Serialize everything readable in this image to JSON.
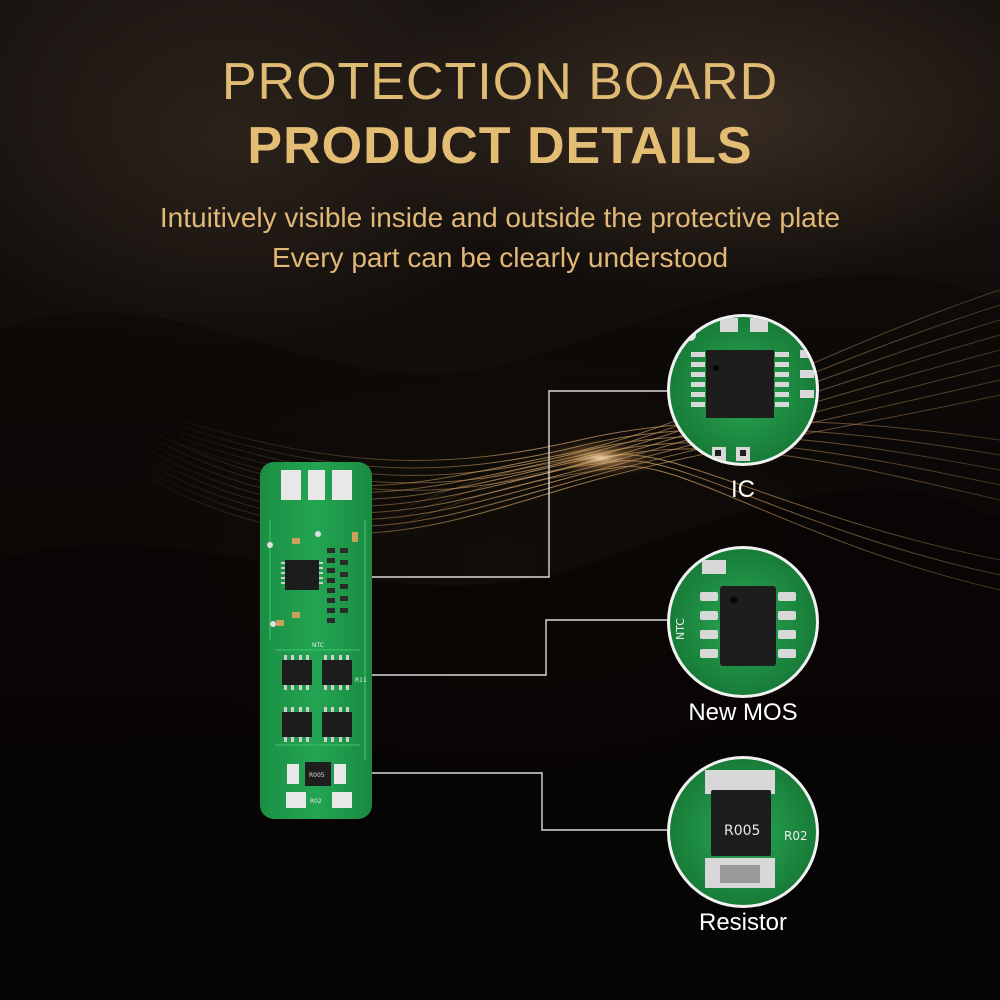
{
  "header": {
    "title_line1": "PROTECTION BOARD",
    "title_line2": "PRODUCT DETAILS",
    "subtitle_line1": "Intuitively visible inside and outside the protective plate",
    "subtitle_line2": "Every part can be clearly understood"
  },
  "board_silkscreen": {
    "ntc": "NTC",
    "r11": "R11",
    "resistor_code": "R005",
    "r02": "R02"
  },
  "callouts": [
    {
      "label": "IC",
      "icon": "ic-chip-closeup"
    },
    {
      "label": "New MOS",
      "icon": "mos-chip-closeup",
      "silkscreen": "NTC"
    },
    {
      "label": "Resistor",
      "icon": "resistor-closeup",
      "code": "R005",
      "silkscreen": "R02"
    }
  ],
  "colors": {
    "accent_gold": "#e0bb73",
    "pcb_green": "#1f9a4a",
    "label_white": "#ffffff"
  }
}
